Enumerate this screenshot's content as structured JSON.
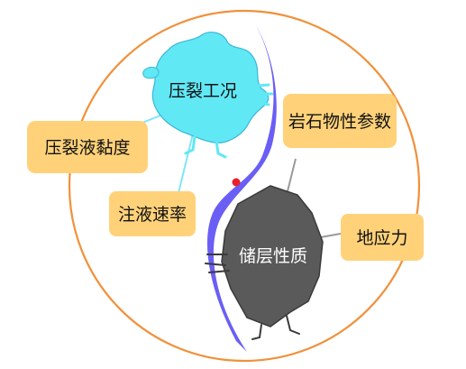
{
  "diagram": {
    "nodes": {
      "fracturing": {
        "label": "压裂工况",
        "color": "#61e8f5"
      },
      "reservoir": {
        "label": "储层性质",
        "color": "#5a5a5a"
      }
    },
    "factors": {
      "viscosity": {
        "label": "压裂液黏度",
        "color": "#ffd27a"
      },
      "injection_rate": {
        "label": "注液速率",
        "color": "#ffd27a"
      },
      "rock_params": {
        "label": "岩石物性参数",
        "color": "#ffd27a"
      },
      "in_situ_stress": {
        "label": "地应力",
        "color": "#ffd27a"
      }
    },
    "colors": {
      "circle": "#f0913a",
      "river": "#6a5ef5",
      "marker": "#e8202a",
      "link_blue": "#7fe6f5",
      "link_gray": "#9a9a9a"
    }
  }
}
